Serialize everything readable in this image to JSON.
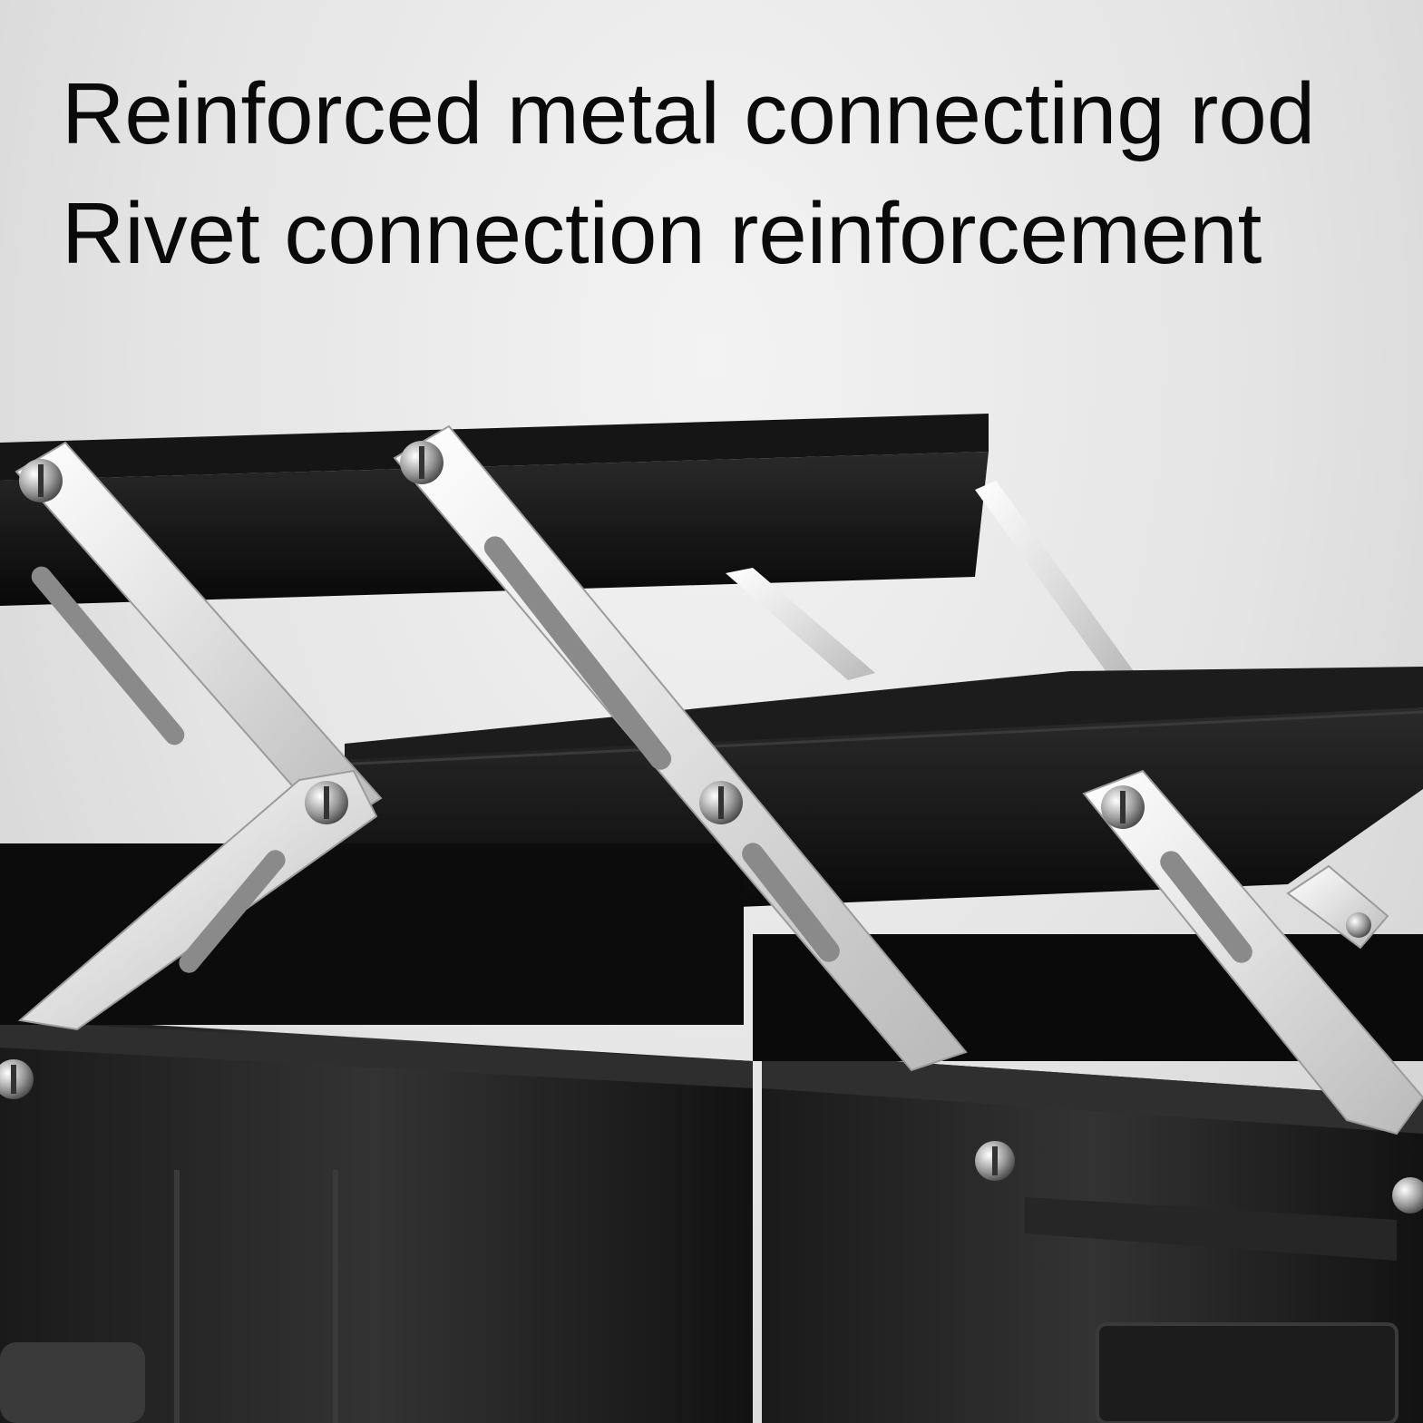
{
  "caption": {
    "line1": "Reinforced metal connecting rod",
    "line2": "Rivet connection reinforcement"
  },
  "colors": {
    "background": "#e6e6e6",
    "plastic": "#111111",
    "metal": "#d8d8d8",
    "text": "#0a0a0a"
  },
  "icons": {
    "rivet": "round-rivet-with-slot"
  }
}
